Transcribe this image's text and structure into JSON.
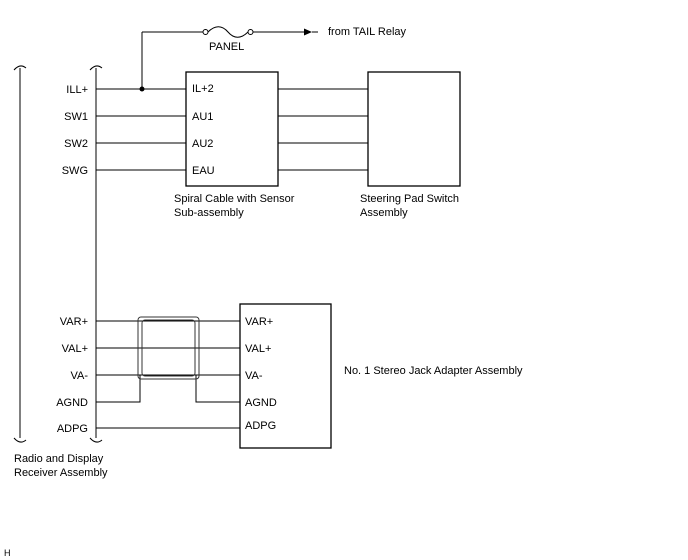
{
  "diagram": {
    "fuse_label": "PANEL",
    "source_label": "from TAIL Relay",
    "radio": {
      "name_line1": "Radio and Display",
      "name_line2": "Receiver Assembly",
      "pins_upper": [
        "ILL+",
        "SW1",
        "SW2",
        "SWG"
      ],
      "pins_lower": [
        "VAR+",
        "VAL+",
        "VA-",
        "AGND",
        "ADPG"
      ]
    },
    "spiral": {
      "name_line1": "Spiral Cable with Sensor",
      "name_line2": "Sub-assembly",
      "pins": [
        "IL+2",
        "AU1",
        "AU2",
        "EAU"
      ]
    },
    "steering": {
      "name_line1": "Steering Pad Switch",
      "name_line2": "Assembly"
    },
    "jack": {
      "name": "No. 1 Stereo Jack Adapter Assembly",
      "pins": [
        "VAR+",
        "VAL+",
        "VA-",
        "AGND",
        "ADPG"
      ]
    },
    "footer_mark": "H"
  }
}
